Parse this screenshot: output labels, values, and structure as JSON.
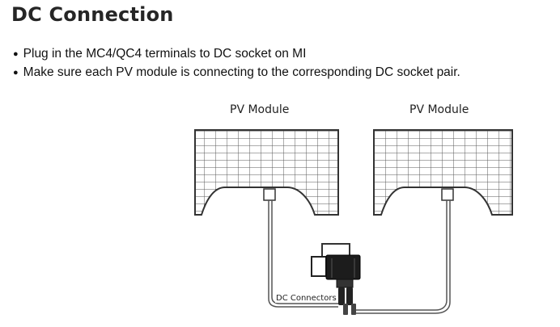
{
  "title": "DC Connection",
  "bullets": [
    "Plug in the MC4/QC4 terminals to DC socket on MI",
    "Make sure each PV module is connecting to the corresponding DC socket pair."
  ],
  "diagram": {
    "module_labels": [
      "PV Module",
      "PV Module"
    ],
    "connector_label": "DC Connectors"
  }
}
